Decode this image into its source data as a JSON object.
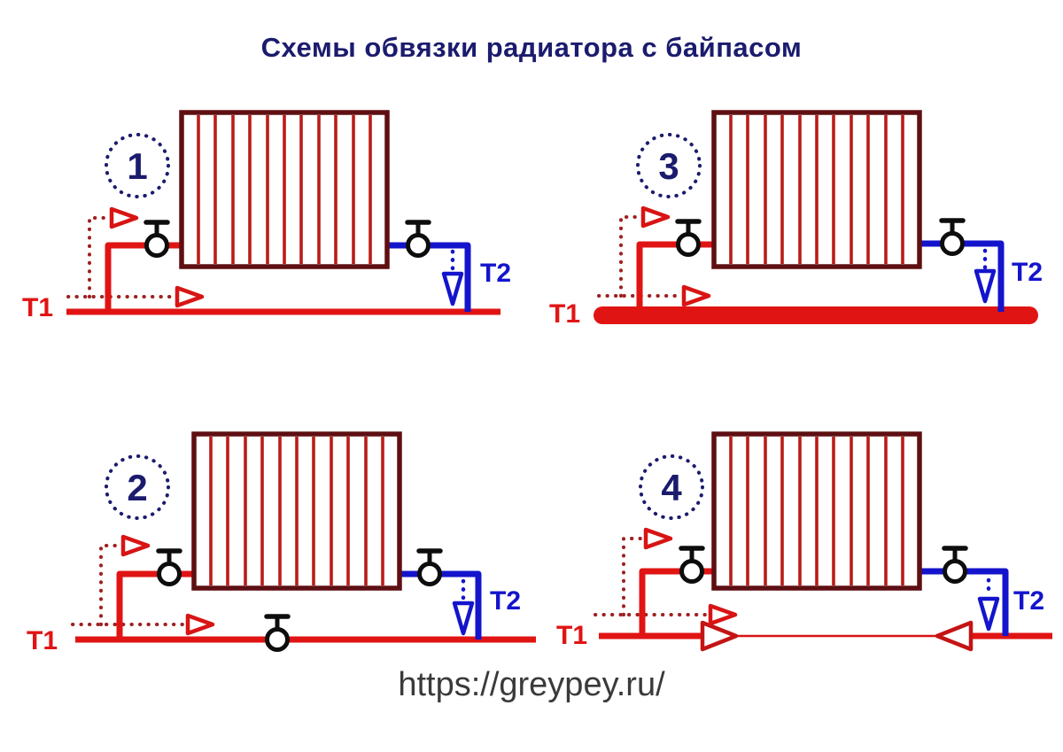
{
  "title": "Схемы обвязки радиатора с байпасом",
  "footer": {
    "url": "https://greypey.ru/"
  },
  "colors": {
    "pipe_red": "#e11414",
    "pipe_blue": "#1414cc",
    "radiator_border": "#5e0f12",
    "radiator_fin": "#bb1b18",
    "badge_navy": "#1b1b6e",
    "valve_black": "#0d0d0d",
    "dotted_flow_red": "#9e2020",
    "arrow_red": "#d81414",
    "url_text": "#3a3a3a"
  },
  "schemes": [
    {
      "number": "1",
      "supply_label": "T1",
      "return_label": "T2",
      "variant": "bypass-same-diameter"
    },
    {
      "number": "2",
      "supply_label": "T1",
      "return_label": "T2",
      "variant": "bypass-with-valve"
    },
    {
      "number": "3",
      "supply_label": "T1",
      "return_label": "T2",
      "variant": "bypass-thick-main-pipe"
    },
    {
      "number": "4",
      "supply_label": "T1",
      "return_label": "T2",
      "variant": "bypass-reduced-diameter"
    }
  ]
}
